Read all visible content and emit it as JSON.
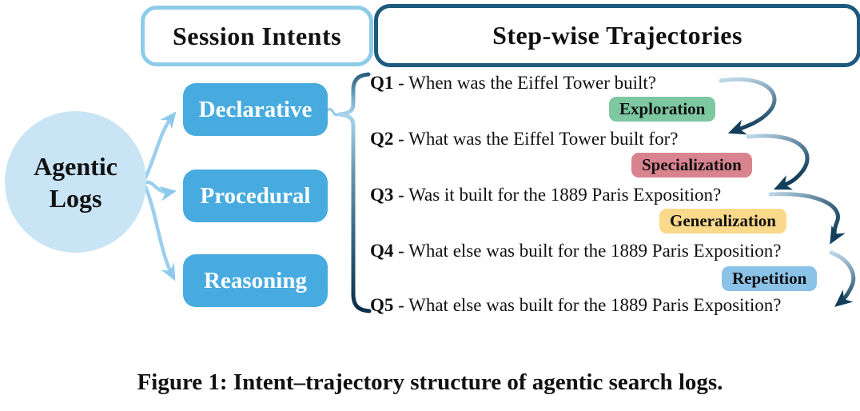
{
  "headers": {
    "session_intents": "Session Intents",
    "stepwise_trajectories": "Step-wise Trajectories"
  },
  "source_node": {
    "line1": "Agentic",
    "line2": "Logs"
  },
  "intents": [
    {
      "label": "Declarative"
    },
    {
      "label": "Procedural"
    },
    {
      "label": "Reasoning"
    }
  ],
  "trajectory": {
    "dash": " - ",
    "questions": [
      {
        "id": "Q1",
        "text": "When was the Eiffel Tower built?"
      },
      {
        "id": "Q2",
        "text": "What was the Eiffel Tower built for?"
      },
      {
        "id": "Q3",
        "text": "Was it built for the 1889 Paris Exposition?"
      },
      {
        "id": "Q4",
        "text": "What else was built for the 1889 Paris Exposition?"
      },
      {
        "id": "Q5",
        "text": "What else was built for the 1889 Paris Exposition?"
      }
    ],
    "transitions": [
      {
        "label": "Exploration",
        "color": "#7dc7a1"
      },
      {
        "label": "Specialization",
        "color": "#d9838f"
      },
      {
        "label": "Generalization",
        "color": "#fbd98b"
      },
      {
        "label": "Repetition",
        "color": "#8ac2e8"
      }
    ]
  },
  "caption": "Figure 1: Intent–trajectory structure of agentic search logs.",
  "colors": {
    "session_intents_border": "#8ecbe9",
    "stepwise_border": "#1d5a7d",
    "agentic_circle_fill": "#c8e4f5",
    "intent_box_fill": "#47abdf",
    "light_arrow": "#9bcfee",
    "dark_arrow_end": "#123e5b"
  }
}
